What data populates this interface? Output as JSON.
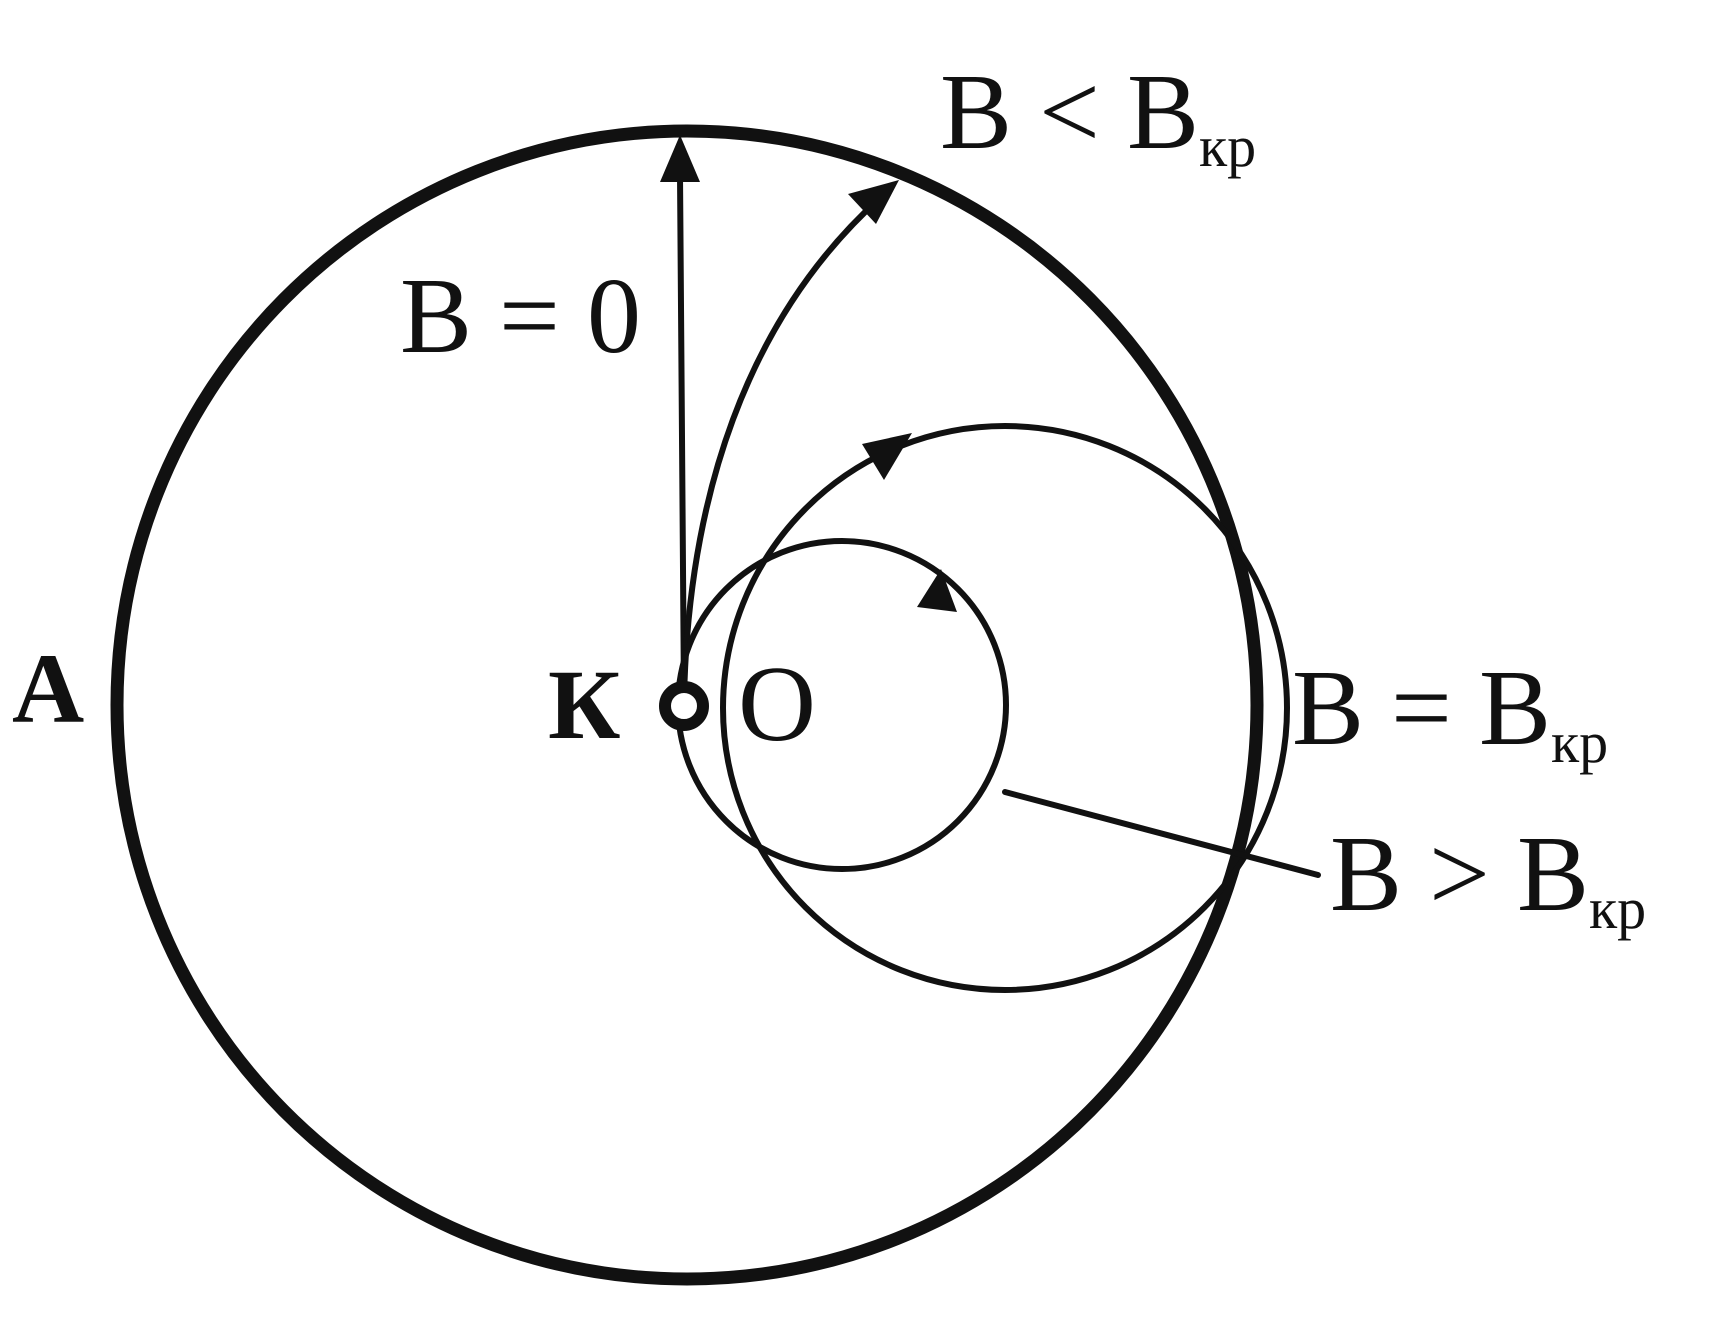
{
  "labels": {
    "anode": "А",
    "cathode": "К",
    "center": "O",
    "b_zero": "B = 0",
    "b_less_main": "B < B",
    "b_less_sub": "кр",
    "b_equal_main": "B = B",
    "b_equal_sub": "кр",
    "b_greater_main": "B > B",
    "b_greater_sub": "кр"
  },
  "colors": {
    "ink": "#111111",
    "background": "#ffffff"
  }
}
